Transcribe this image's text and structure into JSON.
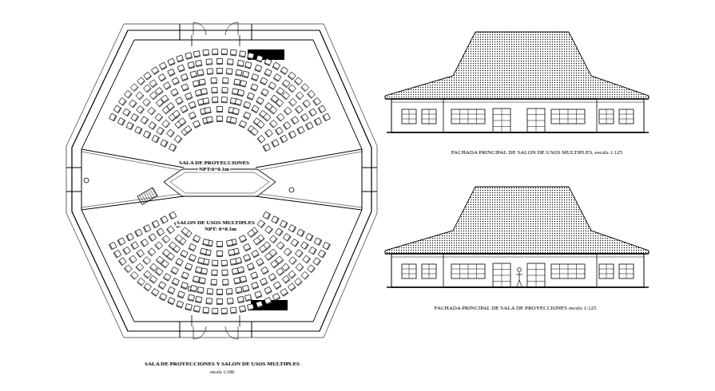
{
  "diagram": {
    "labels": [
      "SALA DE PROYECCIONES",
      "NPT:0+0.1m",
      "SALON DE USOS MULTIPLES",
      "NPT: 0+0.1m",
      "SALA DE PROYECCIONES Y SALON DE USOS MULTIPLES",
      "escala 1:100",
      "FACHADA PRINCIPAL DE SALON DE USOS MULTIPLES, escala 1:125",
      "FACHADA PRINCIPAL DE SALA DE PROYECCIONES escala 1:125"
    ]
  }
}
